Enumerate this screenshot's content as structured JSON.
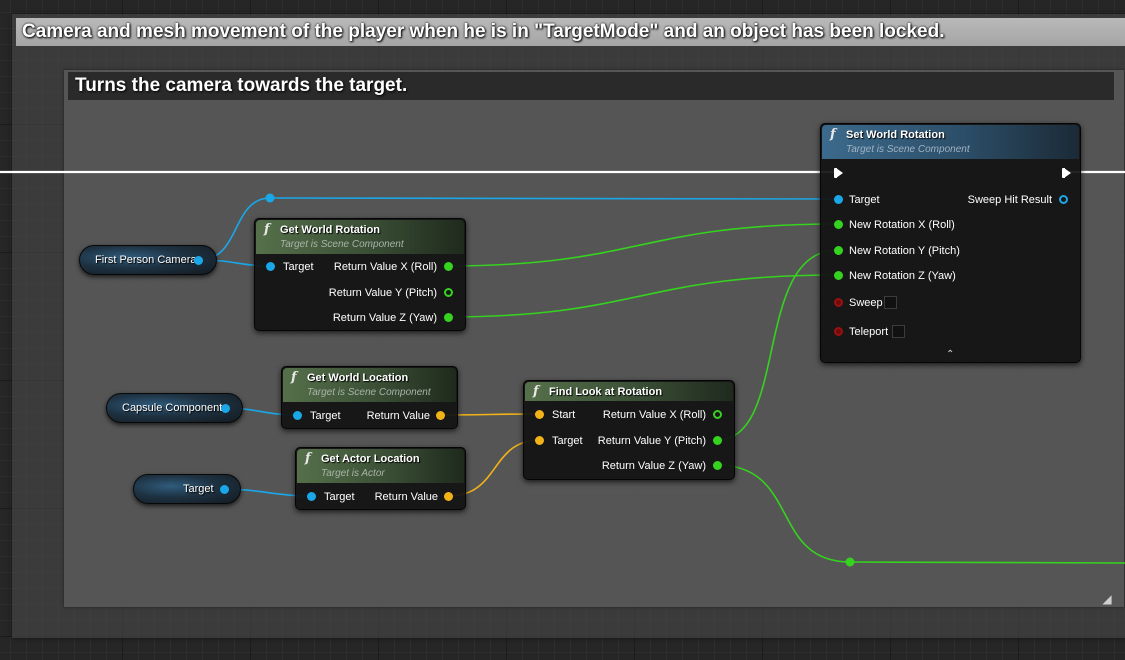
{
  "comments": {
    "outer_title": "Camera and mesh movement of the player when he is in \"TargetMode\" and an object has been locked.",
    "inner_title": "Turns the camera towards the target."
  },
  "variables": {
    "first_person_camera": "First Person Camera",
    "capsule_component": "Capsule Component",
    "target": "Target"
  },
  "nodes": {
    "get_world_rotation": {
      "title": "Get World Rotation",
      "subtitle": "Target is Scene Component",
      "input_target": "Target",
      "out_x": "Return Value X (Roll)",
      "out_y": "Return Value Y (Pitch)",
      "out_z": "Return Value Z (Yaw)"
    },
    "get_world_location": {
      "title": "Get World Location",
      "subtitle": "Target is Scene Component",
      "input_target": "Target",
      "output": "Return Value"
    },
    "get_actor_location": {
      "title": "Get Actor Location",
      "subtitle": "Target is Actor",
      "input_target": "Target",
      "output": "Return Value"
    },
    "find_look_at_rotation": {
      "title": "Find Look at Rotation",
      "input_start": "Start",
      "input_target": "Target",
      "out_x": "Return Value X (Roll)",
      "out_y": "Return Value Y (Pitch)",
      "out_z": "Return Value Z (Yaw)"
    },
    "set_world_rotation": {
      "title": "Set World Rotation",
      "subtitle": "Target is Scene Component",
      "input_target": "Target",
      "output_sweep_hit": "Sweep Hit Result",
      "in_x": "New Rotation X (Roll)",
      "in_y": "New Rotation Y (Pitch)",
      "in_z": "New Rotation Z (Yaw)",
      "sweep": "Sweep",
      "teleport": "Teleport"
    }
  },
  "icons": {
    "function": "f",
    "expand": "⌃",
    "resize": "◢"
  },
  "colors": {
    "object_pin": "#1aa7e8",
    "float_pin": "#35d21f",
    "vector_pin": "#f2b318",
    "bool_pin": "#9b1010",
    "exec_wire": "#ffffff"
  }
}
